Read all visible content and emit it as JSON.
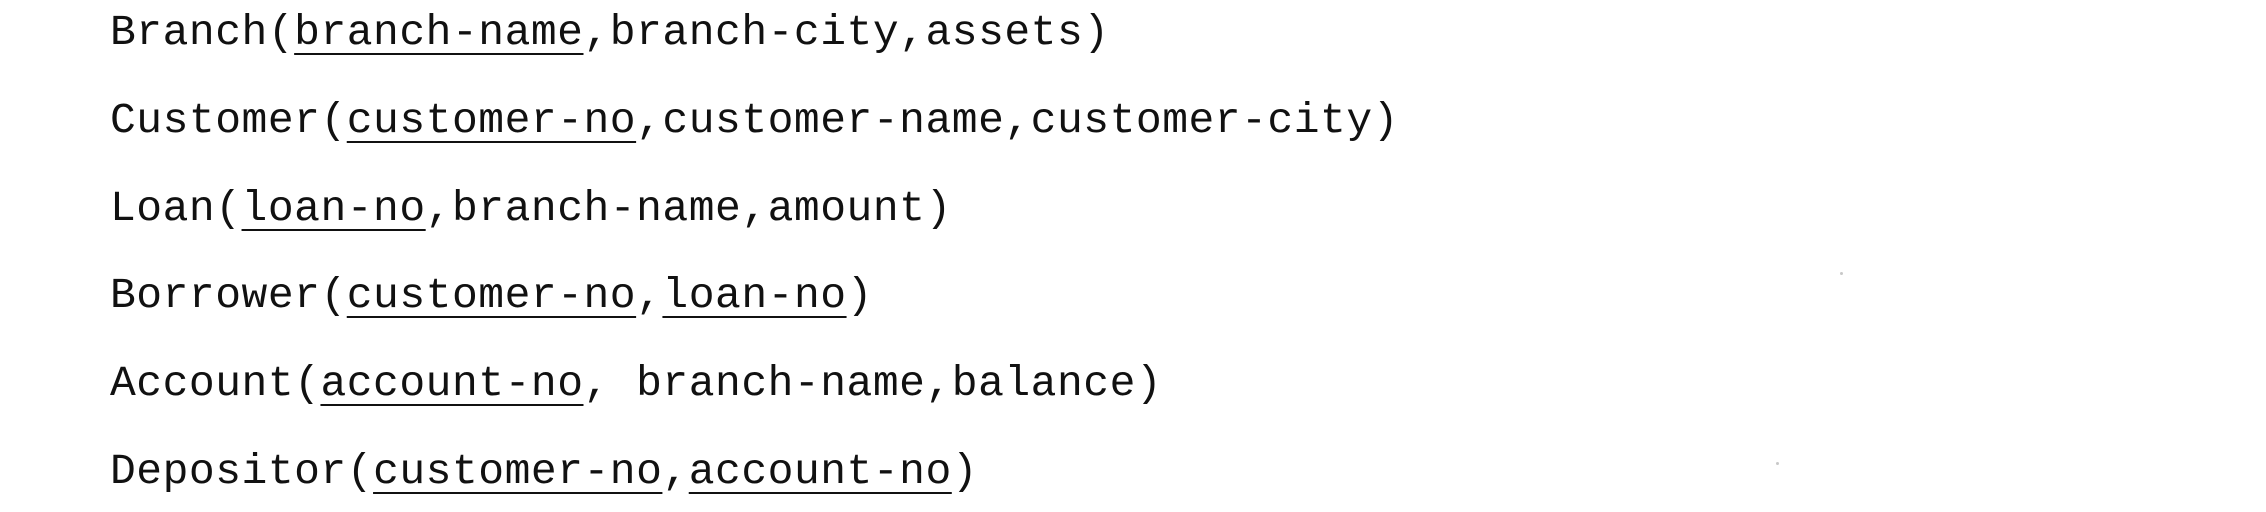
{
  "relations": [
    {
      "name": "Branch",
      "open": "(",
      "keys": [
        "branch-name"
      ],
      "rest": ",branch-city,assets",
      "close": ")"
    },
    {
      "name": "Customer",
      "open": "(",
      "keys": [
        "customer-no"
      ],
      "rest": ",customer-name,customer-city",
      "close": ")"
    },
    {
      "name": "Loan",
      "open": "(",
      "keys": [
        "loan-no"
      ],
      "rest": ",branch-name,amount",
      "close": ")"
    },
    {
      "name": "Borrower",
      "open": "(",
      "keys": [
        "customer-no",
        "loan-no"
      ],
      "separator": ",",
      "close": ")"
    },
    {
      "name": "Account",
      "open": "(",
      "keys": [
        "account-no"
      ],
      "rest": ", branch-name,balance",
      "close": ")"
    },
    {
      "name": "Depositor",
      "open": "(",
      "keys": [
        "customer-no",
        "account-no"
      ],
      "separator": ",",
      "close": ")"
    }
  ]
}
